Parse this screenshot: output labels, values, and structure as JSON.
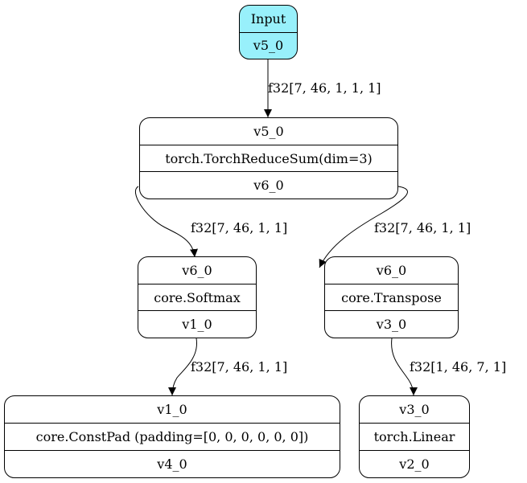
{
  "nodes": {
    "input": {
      "rows": [
        "Input",
        "v5_0"
      ],
      "fill": "#98f0fb"
    },
    "reducesum": {
      "rows": [
        "v5_0",
        "torch.TorchReduceSum(dim=3)",
        "v6_0"
      ]
    },
    "softmax": {
      "rows": [
        "v6_0",
        "core.Softmax",
        "v1_0"
      ]
    },
    "transpose": {
      "rows": [
        "v6_0",
        "core.Transpose",
        "v3_0"
      ]
    },
    "constpad": {
      "rows": [
        "v1_0",
        "core.ConstPad (padding=[0, 0, 0, 0, 0, 0])",
        "v4_0"
      ]
    },
    "linear": {
      "rows": [
        "v3_0",
        "torch.Linear",
        "v2_0"
      ]
    }
  },
  "edges": {
    "input_to_reducesum": {
      "label": "f32[7, 46, 1, 1, 1]"
    },
    "reducesum_to_softmax": {
      "label": "f32[7, 46, 1, 1]"
    },
    "reducesum_to_transpose": {
      "label": "f32[7, 46, 1, 1]"
    },
    "softmax_to_constpad": {
      "label": "f32[7, 46, 1, 1]"
    },
    "transpose_to_linear": {
      "label": "f32[1, 46, 7, 1]"
    }
  }
}
